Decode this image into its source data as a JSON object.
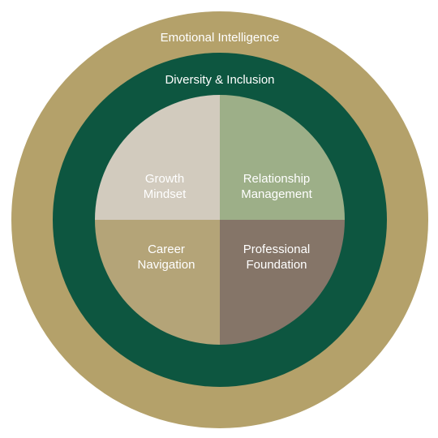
{
  "outer_ring": {
    "label": "Emotional Intelligence",
    "color": "#b4a16a"
  },
  "middle_ring": {
    "label": "Diversity & Inclusion",
    "color": "#0d5640"
  },
  "quadrants": {
    "top_left": {
      "line1": "Growth",
      "line2": "Mindset",
      "color": "#d2cbbe"
    },
    "top_right": {
      "line1": "Relationship",
      "line2": "Management",
      "color": "#9daf88"
    },
    "bottom_left": {
      "line1": "Career",
      "line2": "Navigation",
      "color": "#b4a478"
    },
    "bottom_right": {
      "line1": "Professional",
      "line2": "Foundation",
      "color": "#857568"
    }
  }
}
